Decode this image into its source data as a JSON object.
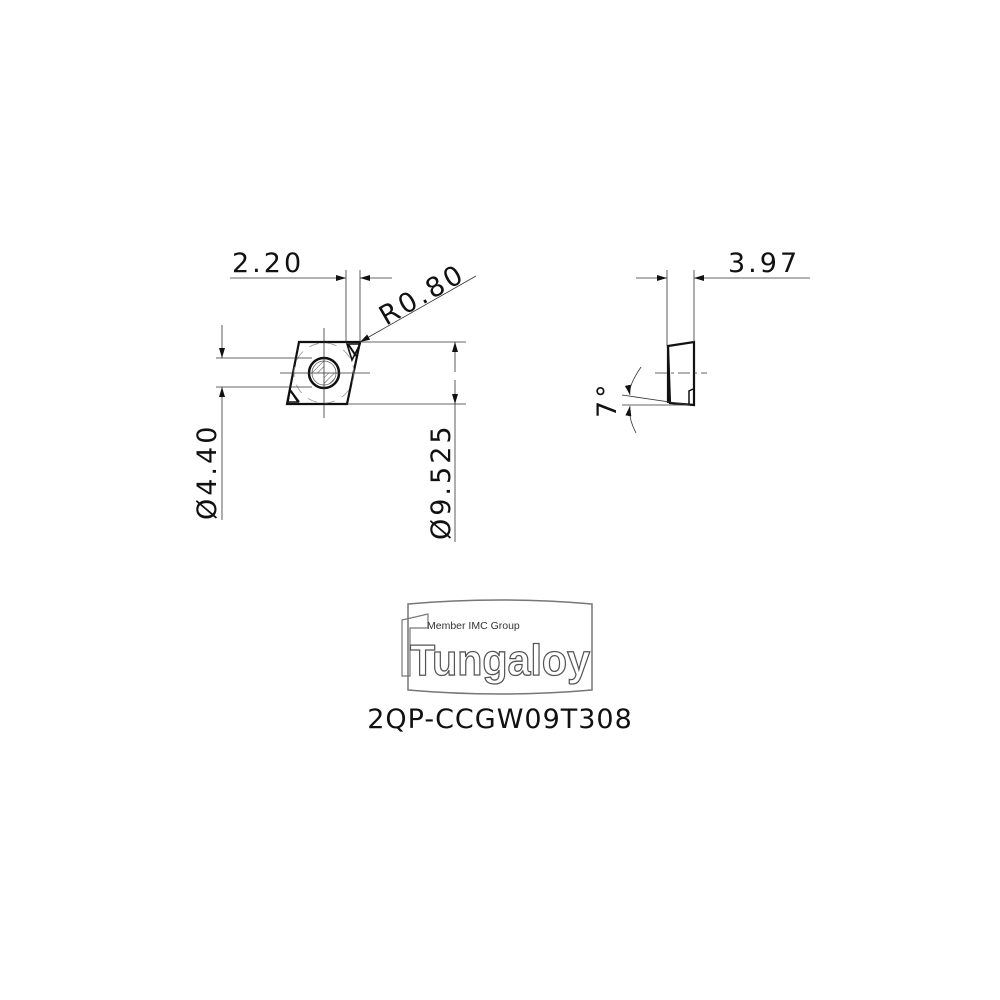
{
  "drawing": {
    "top_view": {
      "dimensions": {
        "corner_width": "2.20",
        "corner_radius": "R0.80",
        "hole_diameter": "Ø4.40",
        "inscribed_circle": "Ø9.525"
      }
    },
    "side_view": {
      "dimensions": {
        "thickness": "3.97",
        "clearance_angle": "7°"
      }
    },
    "logo": {
      "tagline": "Member IMC Group",
      "brand": "Tungaloy"
    },
    "part_number": "2QP-CCGW09T308"
  },
  "colors": {
    "line": "#111111",
    "thin_line": "#555555",
    "background": "#ffffff"
  }
}
